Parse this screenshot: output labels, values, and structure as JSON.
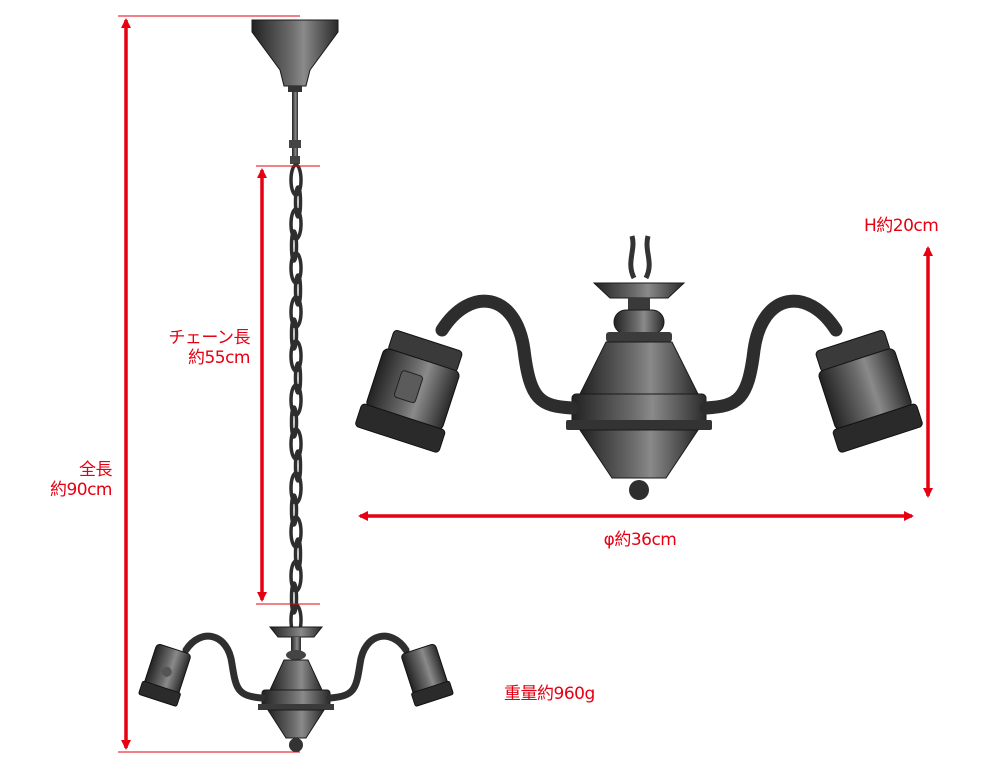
{
  "dimensions": {
    "total_length": {
      "name": "全長",
      "value": "約90cm"
    },
    "chain_length": {
      "name": "チェーン長",
      "value": "約55cm"
    },
    "height": "H約20cm",
    "diameter": "φ約36cm",
    "weight": "重量約960g"
  },
  "colors": {
    "annotation": "#e60012",
    "fixture_dark": "#2b2b2b",
    "fixture_mid": "#555555",
    "fixture_light": "#8a8a8a"
  }
}
